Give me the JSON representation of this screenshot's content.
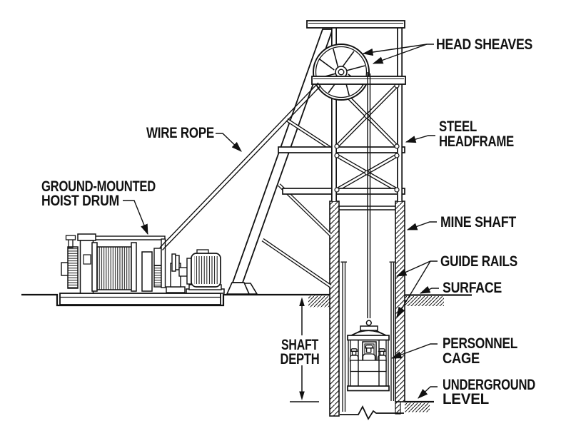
{
  "figure": {
    "ink_color": "#111111",
    "background_color": "#ffffff",
    "labels": {
      "head_sheaves": "HEAD SHEAVES",
      "steel_headframe_line1": "STEEL",
      "steel_headframe_line2": "HEADFRAME",
      "wire_rope": "WIRE ROPE",
      "hoist_drum_line1": "GROUND-MOUNTED",
      "hoist_drum_line2": "HOIST DRUM",
      "mine_shaft": "MINE SHAFT",
      "guide_rails": "GUIDE RAILS",
      "surface": "SURFACE",
      "shaft_depth_line1": "SHAFT",
      "shaft_depth_line2": "DEPTH",
      "personnel_cage_line1": "PERSONNEL",
      "personnel_cage_line2": "CAGE",
      "underground_level_line1": "UNDERGROUND",
      "underground_level_line2": "LEVEL"
    }
  }
}
